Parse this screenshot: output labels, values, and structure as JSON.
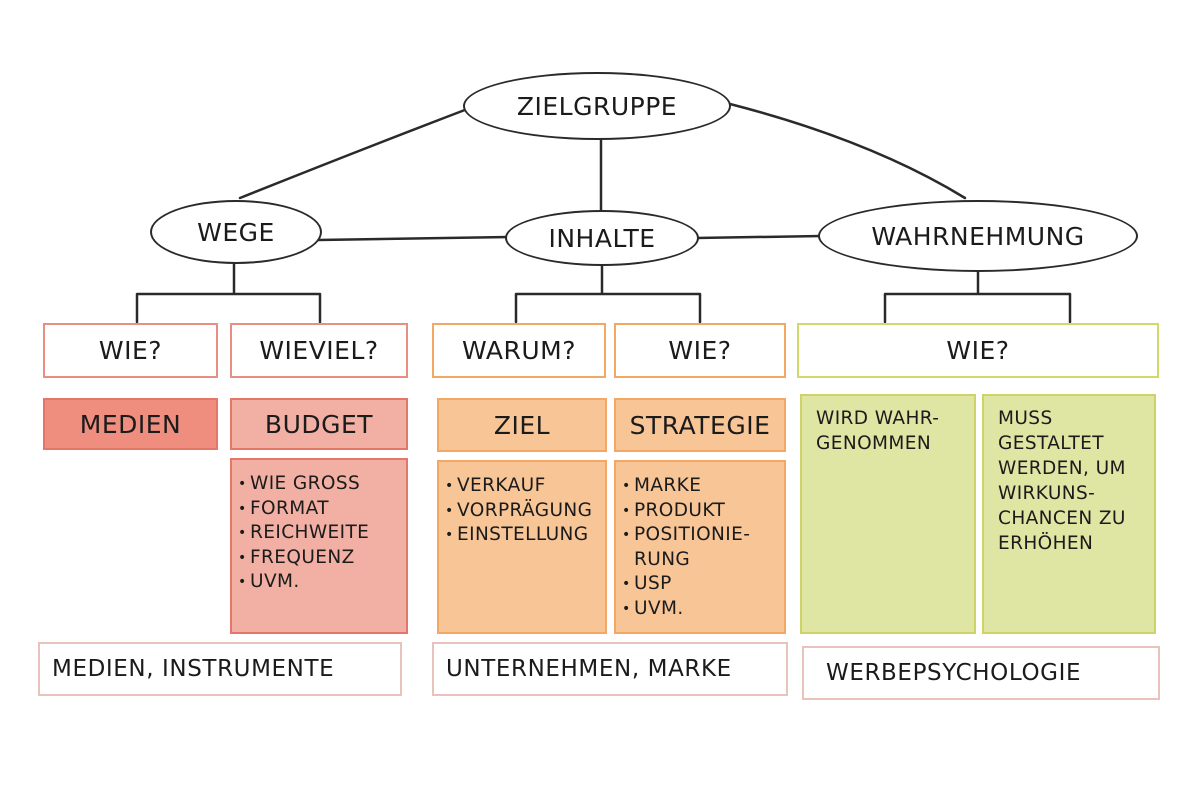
{
  "colors": {
    "red_outline": "#e88f84",
    "red_fill": "#ef8e7e",
    "red_fill_light": "#f2b0a4",
    "orange_outline": "#f3a865",
    "orange_fill": "#f7c596",
    "yellow_outline": "#d3d86b",
    "yellow_fill": "#dfe5a3",
    "line": "#2a2a2a"
  },
  "root": {
    "label": "ZIELGRUPPE"
  },
  "branches": {
    "wege": {
      "label": "WEGE",
      "questions": [
        "WIE?",
        "WIEVIEL?"
      ],
      "answers": [
        "MEDIEN",
        "BUDGET"
      ],
      "budget_items": [
        "WIE GROSS",
        "FORMAT",
        "REICHWEITE",
        "FREQUENZ",
        "UVM."
      ],
      "footer": "MEDIEN, INSTRUMENTE"
    },
    "inhalte": {
      "label": "INHALTE",
      "questions": [
        "WARUM?",
        "WIE?"
      ],
      "answers": [
        "ZIEL",
        "STRATEGIE"
      ],
      "ziel_items": [
        "VERKAUF",
        "VORPRÄGUNG",
        "EINSTELLUNG"
      ],
      "strategie_items": [
        "MARKE",
        "PRODUKT",
        "POSITIONIE-\nRUNG",
        "USP",
        "UVM."
      ],
      "footer": "UNTERNEHMEN, MARKE"
    },
    "wahrnehmung": {
      "label": "WAHRNEHMUNG",
      "question": "WIE?",
      "texts": [
        "WIRD WAHR-\nGENOMMEN",
        "MUSS\nGESTALTET\nWERDEN, UM\nWIRKUNS-\nCHANCEN ZU\nERHÖHEN"
      ],
      "footer": "WERBEPSYCHOLOGIE"
    }
  }
}
